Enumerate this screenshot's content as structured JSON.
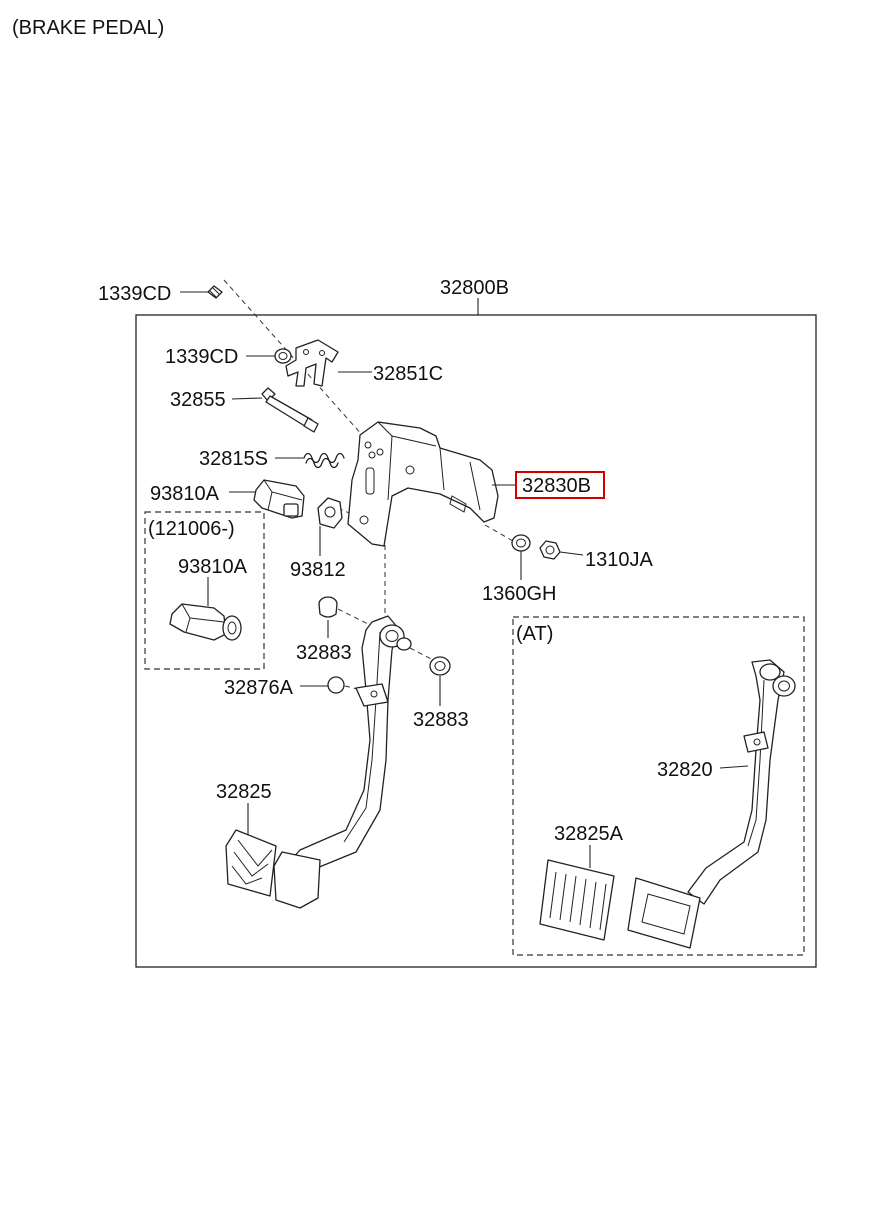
{
  "title": "(BRAKE PEDAL)",
  "highlight_color": "#d40000",
  "parts": {
    "p1339CD_top": "1339CD",
    "p32800B": "32800B",
    "p1339CD": "1339CD",
    "p32851C": "32851C",
    "p32855": "32855",
    "p32815S": "32815S",
    "p32830B": "32830B",
    "p93810A": "93810A",
    "p121006": "(121006-)",
    "p93810A_sub": "93810A",
    "p93812": "93812",
    "p1360GH": "1360GH",
    "p1310JA": "1310JA",
    "p32883_a": "32883",
    "p32876A": "32876A",
    "p32883_b": "32883",
    "pAT": "(AT)",
    "p32820": "32820",
    "p32825": "32825",
    "p32825A": "32825A"
  }
}
